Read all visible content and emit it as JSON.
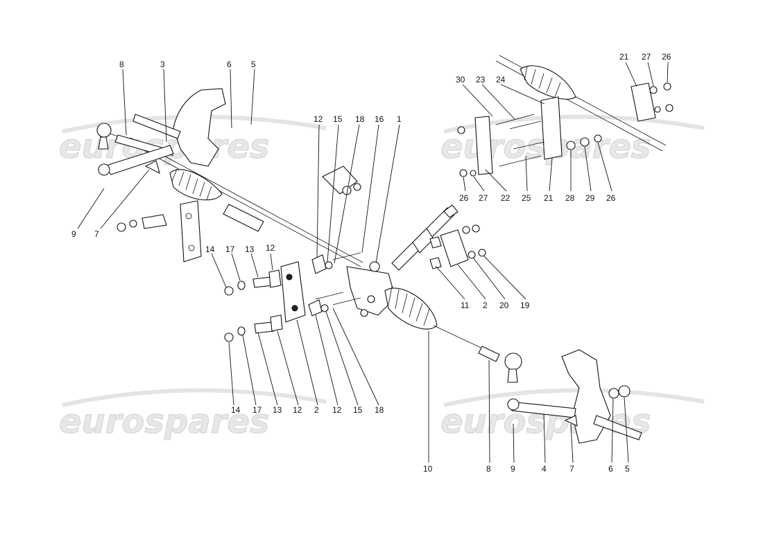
{
  "watermark": {
    "text": "eurospares"
  },
  "callouts": {
    "c1": "1",
    "c2a": "2",
    "c2b": "2",
    "c3": "3",
    "c4": "4",
    "c5a": "5",
    "c5b": "5",
    "c6a": "6",
    "c6b": "6",
    "c7a": "7",
    "c7b": "7",
    "c8a": "8",
    "c8b": "8",
    "c9a": "9",
    "c9b": "9",
    "c10": "10",
    "c11": "11",
    "c12a": "12",
    "c12b": "12",
    "c12c": "12",
    "c12d": "12",
    "c13a": "13",
    "c13b": "13",
    "c14a": "14",
    "c14b": "14",
    "c15a": "15",
    "c15b": "15",
    "c16": "16",
    "c17a": "17",
    "c17b": "17",
    "c18a": "18",
    "c18b": "18",
    "c19": "19",
    "c20": "20",
    "c21a": "21",
    "c21b": "21",
    "c22": "22",
    "c23": "23",
    "c24": "24",
    "c25": "25",
    "c26a": "26",
    "c26b": "26",
    "c26c": "26",
    "c27a": "27",
    "c27b": "27",
    "c28": "28",
    "c29": "29",
    "c30": "30"
  }
}
